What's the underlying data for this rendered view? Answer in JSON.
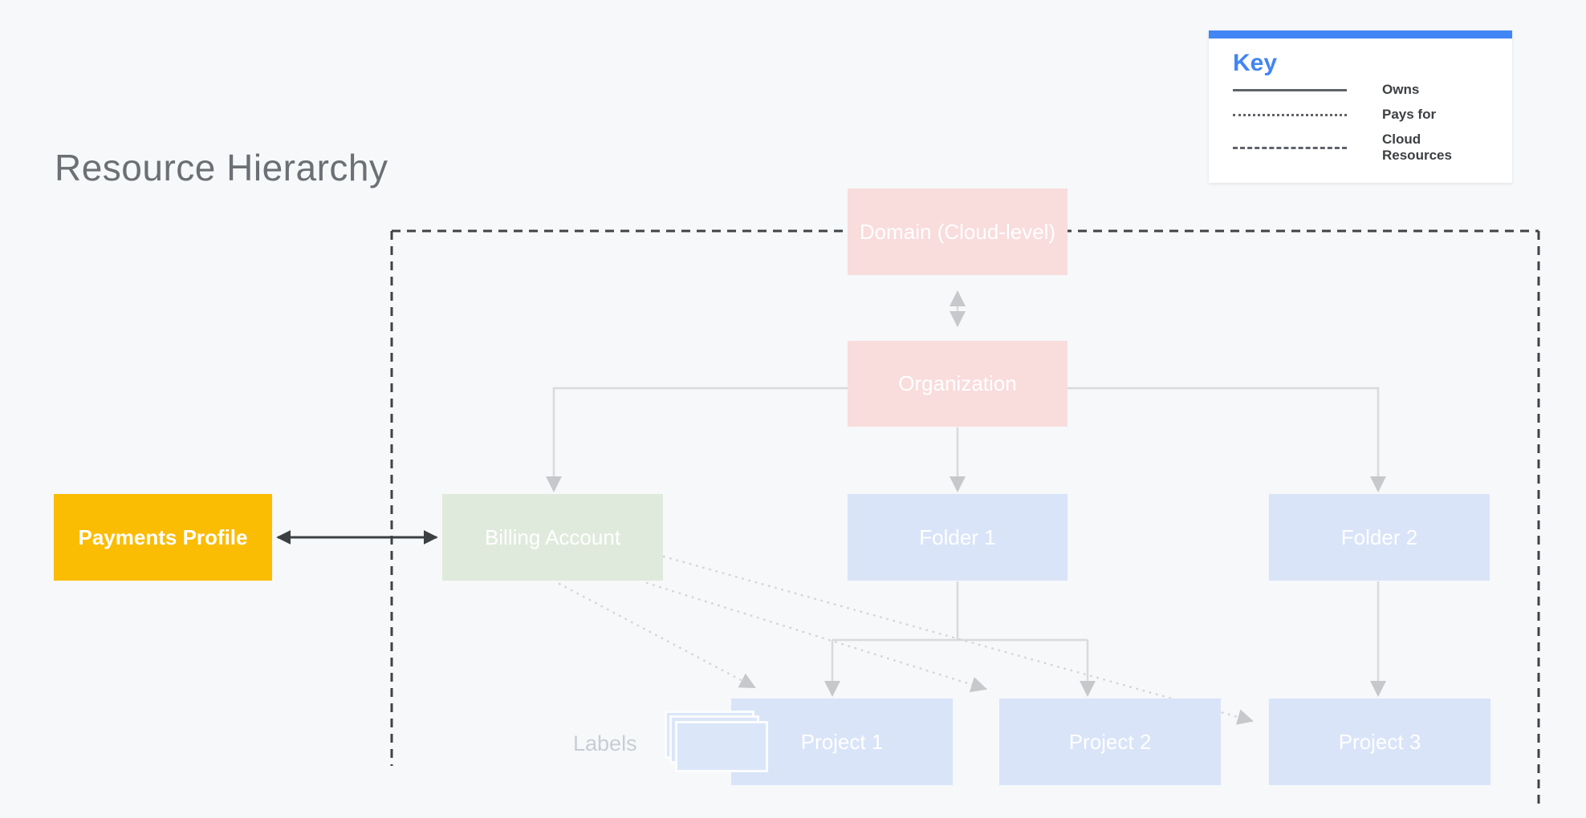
{
  "title": "Resource Hierarchy",
  "legend": {
    "title": "Key",
    "items": [
      {
        "style": "solid",
        "label": "Owns"
      },
      {
        "style": "dotted",
        "label": "Pays for"
      },
      {
        "style": "dashed",
        "label": "Cloud Resources"
      }
    ]
  },
  "nodes": {
    "domain": {
      "label": "Domain (Cloud-level)",
      "color": "#f9dcdc"
    },
    "organization": {
      "label": "Organization",
      "color": "#f9dcdc"
    },
    "billing_account": {
      "label": "Billing Account",
      "color": "#dfeadc"
    },
    "payments_profile": {
      "label": "Payments Profile",
      "color": "#fbbc04"
    },
    "folder1": {
      "label": "Folder 1",
      "color": "#d9e4f8"
    },
    "folder2": {
      "label": "Folder 2",
      "color": "#d9e4f8"
    },
    "project1": {
      "label": "Project 1",
      "color": "#d9e4f8"
    },
    "project2": {
      "label": "Project 2",
      "color": "#d9e4f8"
    },
    "project3": {
      "label": "Project 3",
      "color": "#d9e4f8"
    }
  },
  "annotations": {
    "labels_caption": "Labels"
  },
  "colors": {
    "background": "#f6f8fa",
    "accent_blue": "#4285f4",
    "dark_line": "#3c4043",
    "light_line": "#d9dadc",
    "title_text": "#6c7074"
  }
}
